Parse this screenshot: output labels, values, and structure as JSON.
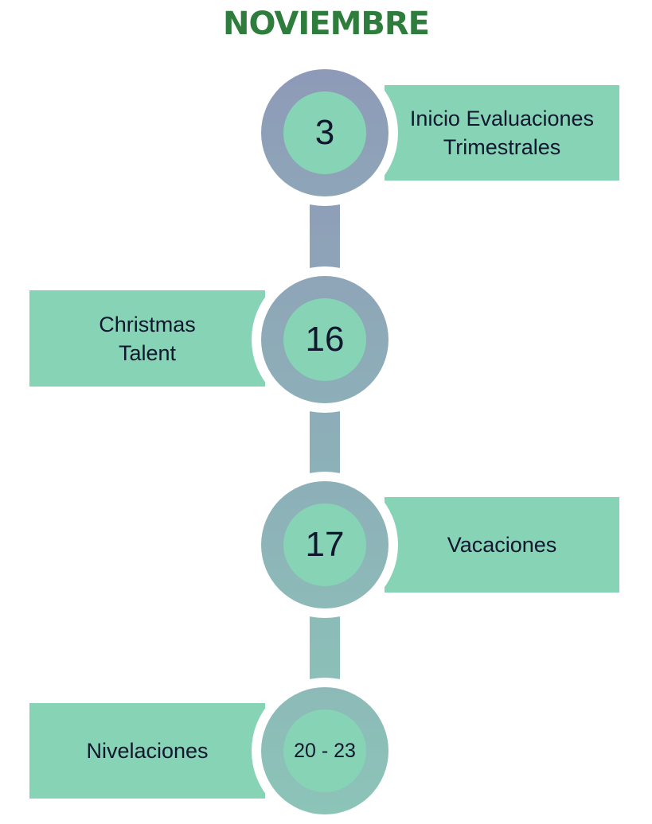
{
  "title": "NOVIEMBRE",
  "colors": {
    "title": "#2e7d3d",
    "box": "#86d3b5",
    "inner": "#86d3b5",
    "ring_top": "#8e9ab8",
    "ring_bottom": "#8cc4b8",
    "text": "#10172e"
  },
  "events": [
    {
      "date": "3",
      "side": "right",
      "lines": [
        "Inicio Evaluaciones",
        "Trimestrales"
      ]
    },
    {
      "date": "16",
      "side": "left",
      "lines": [
        "Christmas",
        "Talent"
      ]
    },
    {
      "date": "17",
      "side": "right",
      "lines": [
        "Vacaciones"
      ]
    },
    {
      "date": "20 - 23",
      "side": "left",
      "lines": [
        "Nivelaciones"
      ]
    }
  ]
}
